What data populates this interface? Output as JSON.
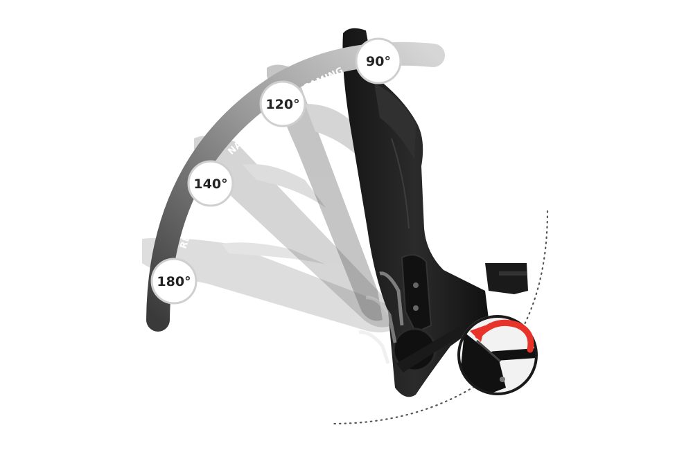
{
  "angles": [
    {
      "value": "90°",
      "id": "90"
    },
    {
      "value": "120°",
      "id": "120"
    },
    {
      "value": "140°",
      "id": "140"
    },
    {
      "value": "180°",
      "id": "180"
    }
  ],
  "modes": [
    {
      "label": "GAMING",
      "id": "gaming"
    },
    {
      "label": "NAUKA",
      "id": "nauka"
    },
    {
      "label": "RELAKS",
      "id": "relaks"
    }
  ],
  "colors": {
    "band_gradient_start": "#d2d2d2",
    "band_gradient_end": "#3a3a3a",
    "chair_body": "#1d1d1d",
    "lever_arrow": "#e8332b",
    "dotted_arc": "#555555"
  },
  "icons": [
    "recline-lever-icon",
    "rotation-arrow-icon"
  ]
}
